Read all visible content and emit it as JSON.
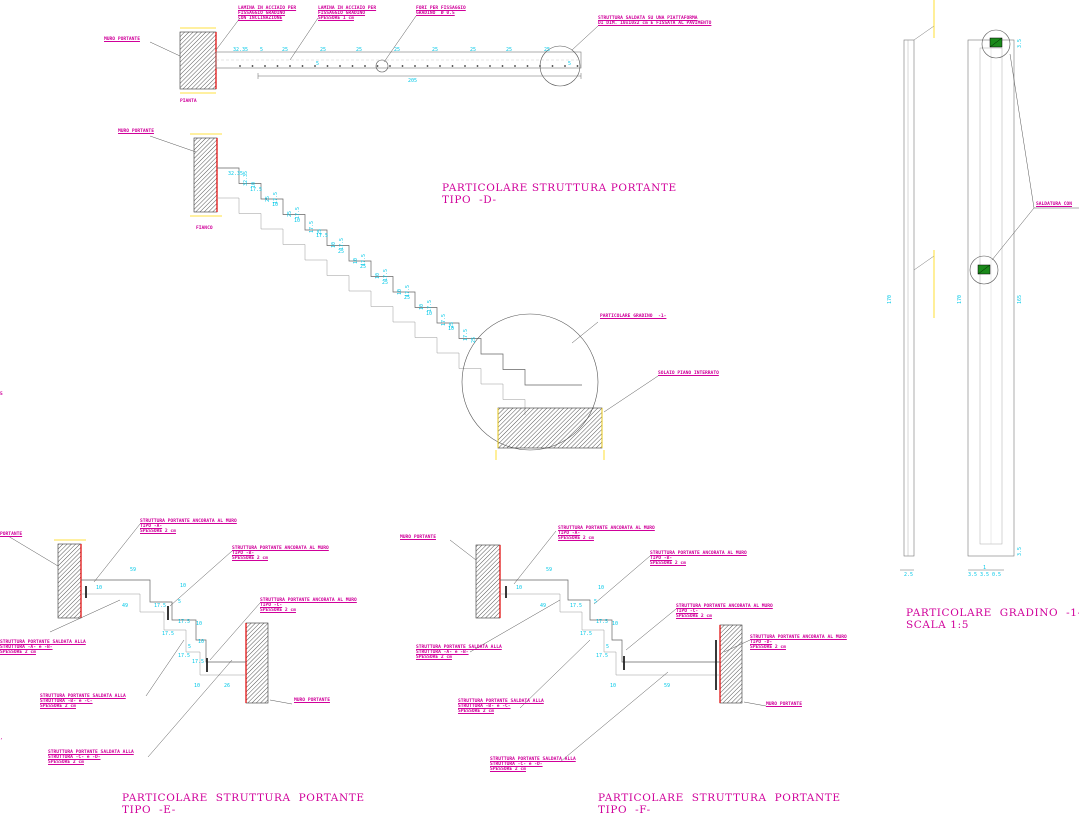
{
  "colors": {
    "label": "#d0009a",
    "dimension": "#00c8e8",
    "wall_edge": "#ffd700",
    "line": "#555555",
    "red": "#e00000",
    "weld": "#1a8a1a"
  },
  "plan": {
    "note_lamina_incl": "LAMINA IN ACCIAIO PER\nFISSAGGIO GRADINO\nCON INCLINAZIONE",
    "note_lamina_1cm": "LAMINA IN ACCIAIO PER\nFISSAGGIO GRADINO\nSPESSORE 1 cm",
    "note_fori": "FORI PER FISSAGGIO\nGRADINO  Ø 0.5",
    "note_piattaforma": "STRUTTURA SALDATA SU UNA PIATTAFORMA\nDI DIM. 10x10x2 cm E FISSATA AL PAVIMENTO",
    "muro": "MURO PORTANTE",
    "pianta": "PIANTA",
    "dims": [
      "32.35",
      "25",
      "25",
      "25",
      "25",
      "25",
      "25",
      "25",
      "25",
      "5",
      "5",
      "5"
    ],
    "total": "205"
  },
  "fianco": {
    "muro": "MURO PORTANTE",
    "fianco": "FIANCO",
    "title": "PARTICOLARE STRUTTURA PORTANTE\nTIPO  -D-",
    "note_gradino": "PARTICOLARE GRADINO  -1-",
    "note_solaio": "SOLAIO PIANO INTERRATO",
    "dims": [
      "32.35",
      "32.35",
      "10",
      "17.5",
      "25",
      "17.5",
      "10",
      "25",
      "17.5",
      "10",
      "17.5",
      "25",
      "17.5",
      "10",
      "17.5",
      "25",
      "10",
      "17.5",
      "25",
      "10",
      "17.5",
      "25",
      "10",
      "17.5",
      "25",
      "10",
      "17.5",
      "10",
      "17.5",
      "25",
      "10",
      "17.5",
      "25"
    ]
  },
  "detail_e": {
    "title": "PARTICOLARE  STRUTTURA  PORTANTE\nTIPO  -E-",
    "muro_left": "PORTANTE",
    "muro_right": "MURO PORTANTE",
    "note_a": "STRUTTURA PORTANTE ANCORATA AL MURO\nTIPO -A-\nSPESSORE 2 cm",
    "note_b": "STRUTTURA PORTANTE ANCORATA AL MURO\nTIPO -B-\nSPESSORE 2 cm",
    "note_c": "STRUTTURA PORTANTE ANCORATA AL MURO\nTIPO -C-\nSPESSORE 2 cm",
    "note_ab": "STRUTTURA PORTANTE SALDATA ALLA\nSTRUTTURA -A- e -B-\nSPESSORE 2 cm",
    "note_bc": "STRUTTURA PORTANTE SALDATA ALLA\nSTRUTTURA -B- e -C-\nSPESSORE 2 cm",
    "note_cd": "STRUTTURA PORTANTE SALDATA ALLA\nSTRUTTURA -C- e -D-\nSPESSORE 2 cm",
    "dims": [
      "59",
      "10",
      "49",
      "10",
      "17.5",
      "17.5",
      "5",
      "10",
      "17.5",
      "17.5",
      "5",
      "10",
      "17.5",
      "10",
      "26"
    ]
  },
  "detail_f": {
    "title": "PARTICOLARE  STRUTTURA  PORTANTE\nTIPO  -F-",
    "muro_left": "MURO PORTANTE",
    "muro_right": "MURO PORTANTE",
    "note_a": "STRUTTURA PORTANTE ANCORATA AL MURO\nTIPO -A-\nSPESSORE 2 cm",
    "note_b": "STRUTTURA PORTANTE ANCORATA AL MURO\nTIPO -B-\nSPESSORE 2 cm",
    "note_c": "STRUTTURA PORTANTE ANCORATA AL MURO\nTIPO -C-\nSPESSORE 2 cm",
    "note_d": "STRUTTURA PORTANTE ANCORATA AL MURO\nTIPO -D-\nSPESSORE 2 cm",
    "note_ab": "STRUTTURA PORTANTE SALDATA ALLA\nSTRUTTURA -A- e -B-\nSPESSORE 2 cm",
    "note_bc": "STRUTTURA PORTANTE SALDATA ALLA\nSTRUTTURA -B- e -C-\nSPESSORE 2 cm",
    "note_cd": "STRUTTURA PORTANTE SALDATA ALLA\nSTRUTTURA -C- e -D-\nSPESSORE 2 cm",
    "dims": [
      "59",
      "10",
      "49",
      "10",
      "17.5",
      "17.5",
      "5",
      "10",
      "17.5",
      "17.5",
      "5",
      "10",
      "59"
    ]
  },
  "gradino": {
    "title": "PARTICOLARE  GRADINO  -1-\nSCALA 1:5",
    "note_saldatura": "SALDATURA CON",
    "dims": [
      "170",
      "170",
      "165",
      "3.5",
      "3.5",
      "2.5",
      "3.5",
      "1",
      "3.5",
      "0.5"
    ]
  },
  "edge_fragments": [
    "5",
    ","
  ]
}
